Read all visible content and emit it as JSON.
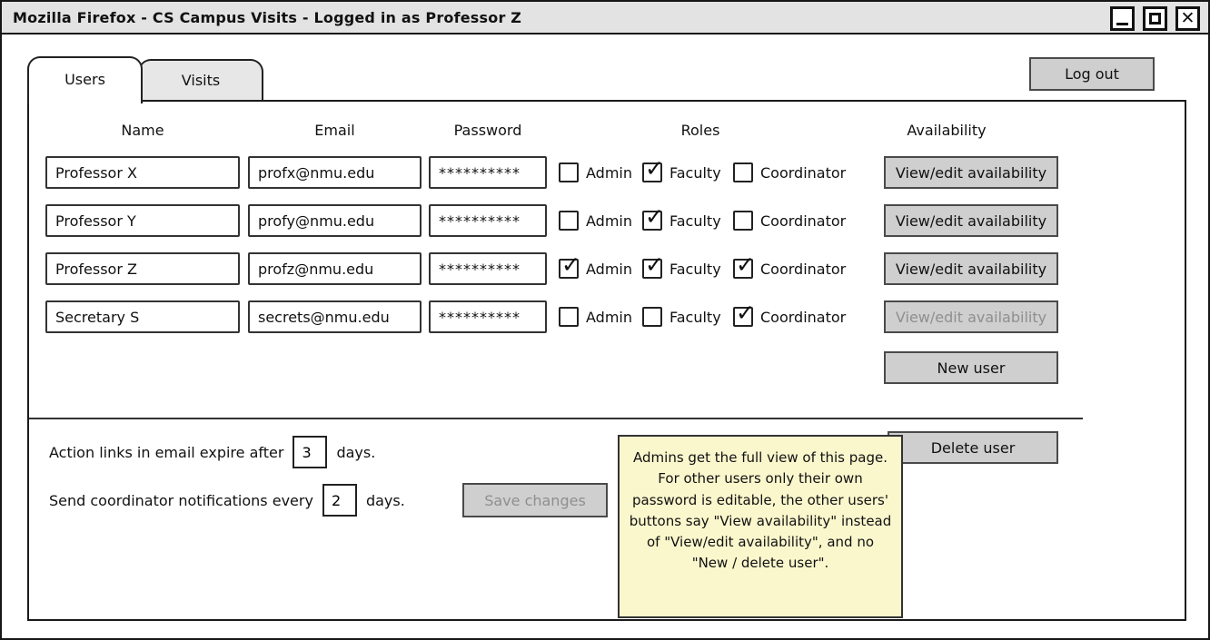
{
  "window": {
    "title": "Mozilla Firefox - CS Campus Visits - Logged in as Professor Z",
    "controls": [
      "minimize",
      "maximize",
      "close"
    ]
  },
  "icons": {
    "check": "✓",
    "close": "✕"
  },
  "tabs": [
    {
      "label": "Users",
      "active": true
    },
    {
      "label": "Visits",
      "active": false
    }
  ],
  "logout_label": "Log out",
  "table": {
    "headers": {
      "name": "Name",
      "email": "Email",
      "password": "Password",
      "roles": "Roles",
      "availability": "Availability"
    },
    "role_labels": [
      "Admin",
      "Faculty",
      "Coordinator"
    ],
    "rows": [
      {
        "name": "Professor X",
        "email": "profx@nmu.edu",
        "password": "**********",
        "admin": false,
        "faculty": true,
        "coordinator": false,
        "availability_label": "View/edit availability",
        "availability_disabled": false
      },
      {
        "name": "Professor Y",
        "email": "profy@nmu.edu",
        "password": "**********",
        "admin": false,
        "faculty": true,
        "coordinator": false,
        "availability_label": "View/edit availability",
        "availability_disabled": false
      },
      {
        "name": "Professor Z",
        "email": "profz@nmu.edu",
        "password": "**********",
        "admin": true,
        "faculty": true,
        "coordinator": true,
        "availability_label": "View/edit availability",
        "availability_disabled": false
      },
      {
        "name": "Secretary S",
        "email": "secrets@nmu.edu",
        "password": "**********",
        "admin": false,
        "faculty": false,
        "coordinator": true,
        "availability_label": "View/edit availability",
        "availability_disabled": true
      }
    ]
  },
  "actions": {
    "new_user": "New user",
    "delete_user": "Delete user",
    "save_changes": "Save changes",
    "save_disabled": true
  },
  "settings": {
    "expire_before": "Action links in email expire after",
    "expire_value": "3",
    "expire_after": "days.",
    "notify_before": "Send coordinator notifications every",
    "notify_value": "2",
    "notify_after": "days."
  },
  "note": {
    "text": "Admins get the full view of this page. For other users only their own password is editable, the other users' buttons say \"View availability\" instead of \"View/edit availability\", and no \"New / delete user\".",
    "bg": "#fbf7cd"
  },
  "colors": {
    "titlebar_bg": "#e3e3e3",
    "button_bg": "#cfcfcf",
    "note_bg": "#fbf7cd",
    "disabled_text": "#8f8f8f",
    "border": "#1a1a1a"
  }
}
